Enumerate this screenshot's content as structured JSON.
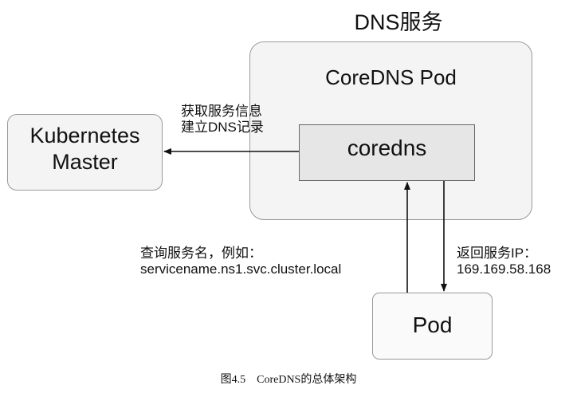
{
  "dns_service_title": "DNS服务",
  "coredns_pod": {
    "title": "CoreDNS Pod",
    "container_label": "coredns"
  },
  "kubernetes_master": {
    "line1": "Kubernetes",
    "line2": "Master"
  },
  "pod_label": "Pod",
  "arrow_to_master": {
    "line1": "获取服务信息",
    "line2": "建立DNS记录"
  },
  "query_label": {
    "line1": "查询服务名，例如：",
    "line2": "servicename.ns1.svc.cluster.local"
  },
  "response_label": {
    "line1": "返回服务IP：",
    "line2": "169.169.58.168"
  },
  "caption": "图4.5　CoreDNS的总体架构"
}
